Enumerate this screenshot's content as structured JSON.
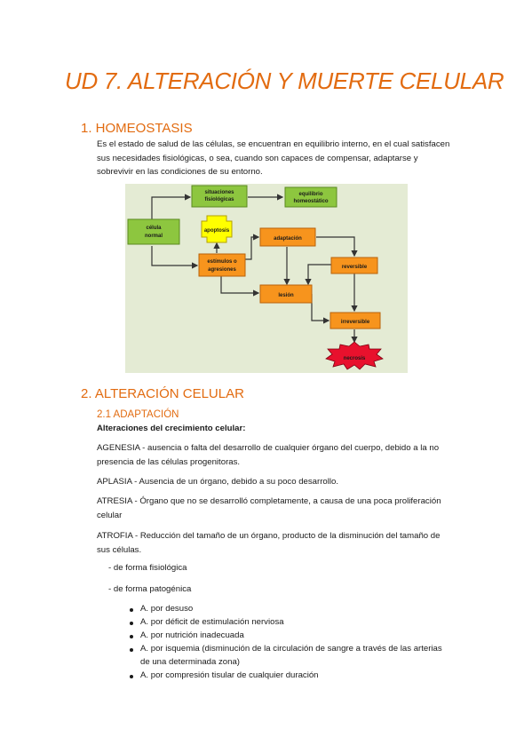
{
  "title": "UD 7. ALTERACIÓN Y MUERTE CELULAR",
  "section1": {
    "heading": "1. HOMEOSTASIS",
    "lines": [
      "Es el estado de salud de las células, se encuentran en equilibrio interno, en el cual satisfacen",
      "sus necesidades fisiológicas, o sea, cuando son capaces de compensar, adaptarse y",
      "sobrevivir en las condiciones de su entorno."
    ]
  },
  "diagram": {
    "nodes": {
      "situaciones_1": "situaciones",
      "situaciones_2": "fisiológicas",
      "equilibrio_1": "equilibrio",
      "equilibrio_2": "homeostático",
      "celula_1": "célula",
      "celula_2": "normal",
      "apoptosis": "apoptosis",
      "adaptacion": "adaptación",
      "estimulos_1": "estímulos o",
      "estimulos_2": "agresiones",
      "reversible": "reversible",
      "lesion": "lesión",
      "irreversible": "irreversible",
      "necrosis": "necrosis"
    },
    "colors": {
      "green": "#8dc63f",
      "orange": "#f7941d",
      "yellow": "#ffff00",
      "red": "#e8112d",
      "background": "#e4ebd4"
    }
  },
  "section2": {
    "heading": "2. ALTERACIÓN CELULAR",
    "sub_heading": "2.1 ADAPTACIÓN",
    "bold_label": "Alteraciones del crecimiento celular:",
    "agenesia": [
      "AGENESIA - ausencia o falta del desarrollo de cualquier órgano del cuerpo, debido a la no",
      "presencia de las células progenitoras."
    ],
    "aplasia": "APLASIA - Ausencia de un órgano, debido a su poco desarrollo.",
    "atresia": [
      "ATRESIA - Órgano que no se desarrolló completamente, a causa de una poca proliferación",
      "celular"
    ],
    "atrofia": [
      "ATROFIA - Reducción del tamaño de un órgano, producto de la disminución del tamaño de",
      "sus células."
    ],
    "dash_items": [
      "- de forma fisiológica",
      "- de forma patogénica"
    ],
    "bullets": [
      "A. por desuso",
      "A. por déficit de estimulación nerviosa",
      "A. por nutrición inadecuada",
      "A. por isquemia (disminución de la circulación de sangre a través de las arterias",
      "de una determinada zona)",
      "A. por compresión tisular de cualquier duración"
    ]
  }
}
